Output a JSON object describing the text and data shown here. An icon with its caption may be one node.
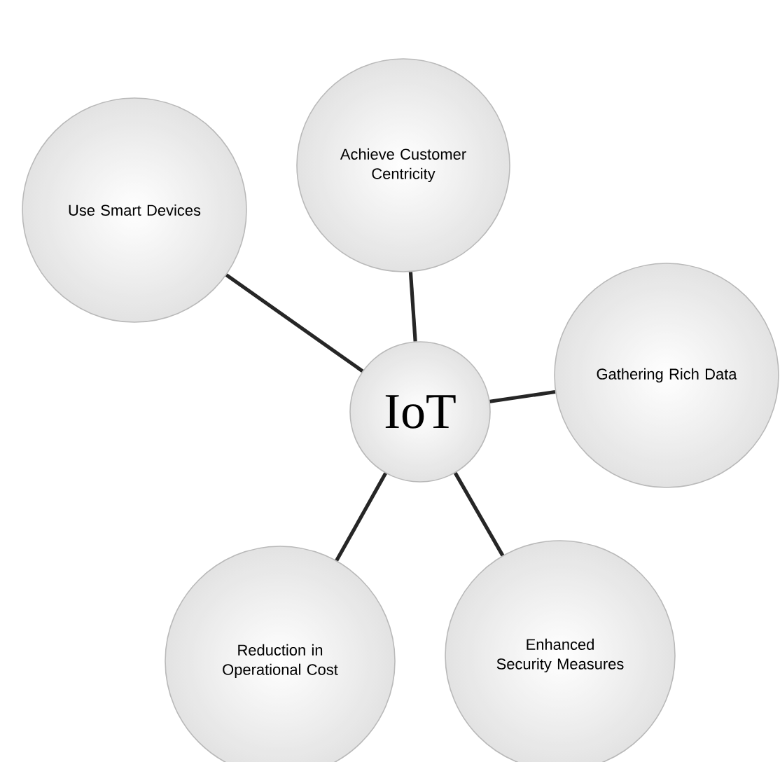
{
  "diagram": {
    "nodes": [
      {
        "text": [
          "Achieve Customer Centricity"
        ]
      },
      {
        "text": [
          "Use Smart Devices"
        ]
      },
      {
        "text": [
          "Gathering Rich Data"
        ]
      },
      {
        "text": [
          "IoT"
        ]
      },
      {
        "text": [
          "Reduction in Operational Cost"
        ]
      },
      {
        "text": [
          "Enhanced Security Measures"
        ]
      }
    ],
    "edges": [
      {
        "from": 3,
        "to": 0,
        "arrow": "none"
      },
      {
        "from": 3,
        "to": 1,
        "arrow": "none"
      },
      {
        "from": 3,
        "to": 2,
        "arrow": "none"
      },
      {
        "from": 3,
        "to": 4,
        "arrow": "none"
      },
      {
        "from": 3,
        "to": 5,
        "arrow": "none"
      }
    ]
  }
}
